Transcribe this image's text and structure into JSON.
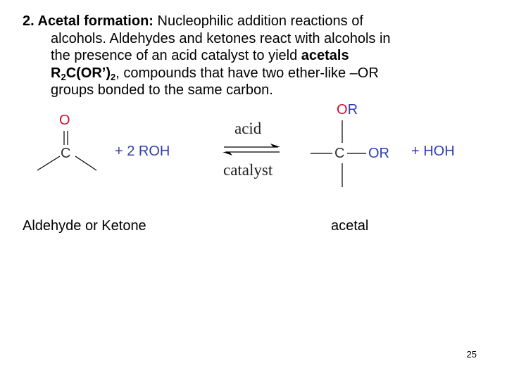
{
  "paragraph": {
    "number_heading": "2. Acetal formation:",
    "line1_rest": " Nucleophilic addition reactions of",
    "line2": "alcohols. Aldehydes and ketones react with alcohols in",
    "line3_pre": "the presence of an acid catalyst to yield ",
    "line3_bold": "acetals",
    "line4_R": "R",
    "line4_sub1": "2",
    "line4_mid": "C(OR’)",
    "line4_sub2": "2",
    "line4_rest": ", compounds that have two ether-like –OR",
    "line5": "groups bonded to the same carbon."
  },
  "reactant": {
    "oxygen": "O",
    "carbon": "C",
    "reagent": "+ 2 ROH",
    "caption": "Aldehyde or Ketone"
  },
  "arrow": {
    "top_label": "acid",
    "bottom_label": "catalyst"
  },
  "product": {
    "top_O": "O",
    "top_R": "R",
    "carbon": "C",
    "right_group": "OR",
    "byproduct": "+ HOH",
    "caption": "acetal"
  },
  "page_number": "25",
  "colors": {
    "blue": "#2e3fb0",
    "red": "#c8102e",
    "text": "#000000"
  }
}
